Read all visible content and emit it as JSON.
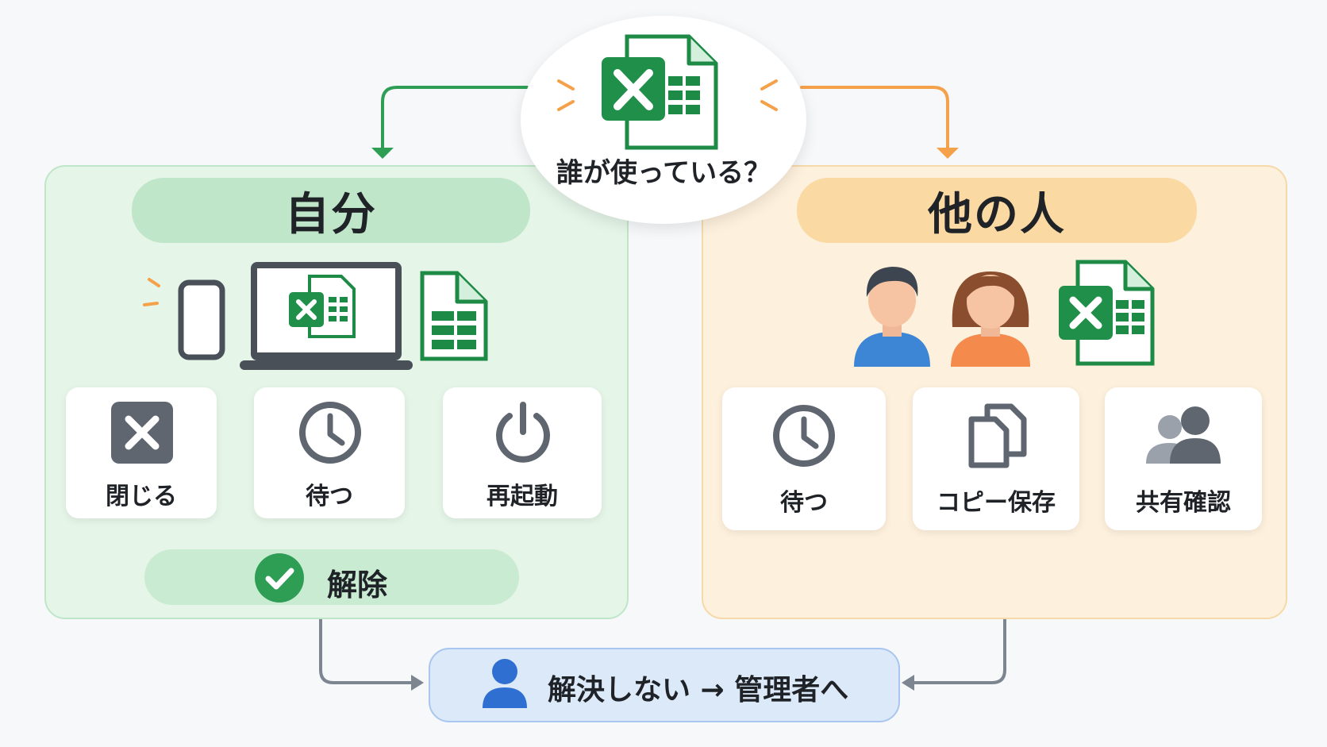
{
  "center": {
    "question": "誰が使っている？",
    "icon": "excel-icon"
  },
  "self": {
    "title": "自分",
    "devices": [
      "phone-icon",
      "laptop-icon",
      "sheet-file-icon"
    ],
    "steps": [
      {
        "label": "閉じる",
        "icon": "close-x-icon"
      },
      {
        "label": "待つ",
        "icon": "clock-icon"
      },
      {
        "label": "再起動",
        "icon": "power-icon"
      }
    ],
    "result": "解除"
  },
  "other": {
    "title": "他の人",
    "people": [
      "man-avatar-icon",
      "woman-avatar-icon",
      "excel-icon"
    ],
    "options": [
      {
        "label": "待つ",
        "icon": "clock-icon"
      },
      {
        "label": "コピー保存",
        "icon": "copy-icon"
      },
      {
        "label": "共有確認",
        "icon": "users-icon"
      }
    ]
  },
  "fallback": {
    "label": "解決しない → 管理者へ",
    "icon": "person-icon"
  },
  "colors": {
    "green": "#2e9e55",
    "orange": "#f5a14a",
    "gray": "#7d8590",
    "self_bg": "#e5f5e8",
    "other_bg": "#fdf0dc",
    "admin_bg": "#dce9f9"
  }
}
